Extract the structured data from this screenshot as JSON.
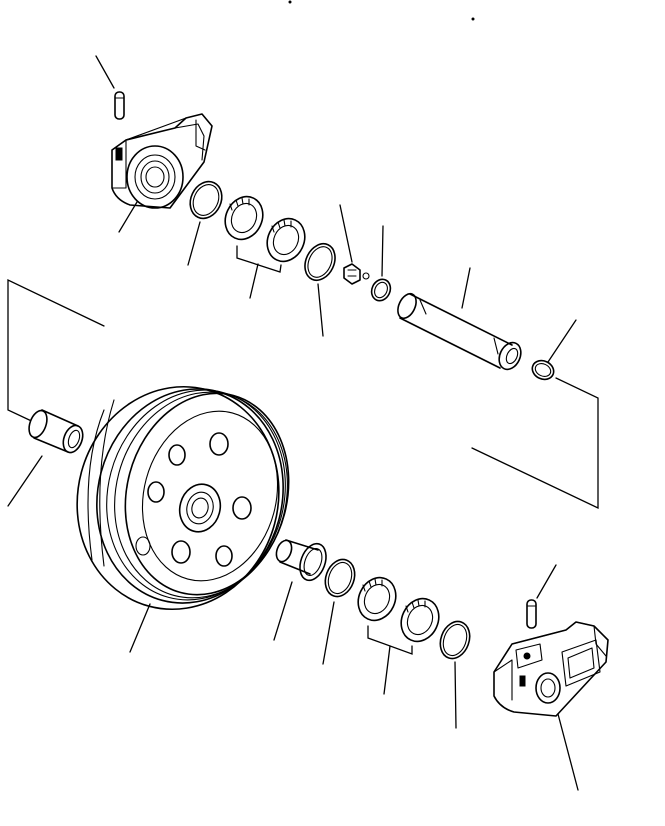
{
  "figure": {
    "background": "#ffffff",
    "line_color": "#000000",
    "parts": [
      {
        "id": "pin-top",
        "kind": "dowel-pin"
      },
      {
        "id": "support-left",
        "kind": "bearing-support"
      },
      {
        "id": "oring-a",
        "kind": "o-ring"
      },
      {
        "id": "floating-seal-a",
        "kind": "floating-seal"
      },
      {
        "id": "floating-seal-b",
        "kind": "floating-seal"
      },
      {
        "id": "oring-b",
        "kind": "o-ring"
      },
      {
        "id": "plug",
        "kind": "plug"
      },
      {
        "id": "oring-small",
        "kind": "o-ring"
      },
      {
        "id": "shaft",
        "kind": "shaft"
      },
      {
        "id": "oring-shaft",
        "kind": "o-ring"
      },
      {
        "id": "bushing-left",
        "kind": "bushing"
      },
      {
        "id": "idler",
        "kind": "idler-wheel"
      },
      {
        "id": "bushing-right",
        "kind": "bushing"
      },
      {
        "id": "oring-c",
        "kind": "o-ring"
      },
      {
        "id": "floating-seal-c",
        "kind": "floating-seal"
      },
      {
        "id": "floating-seal-d",
        "kind": "floating-seal"
      },
      {
        "id": "oring-d",
        "kind": "o-ring"
      },
      {
        "id": "pin-bottom",
        "kind": "dowel-pin"
      },
      {
        "id": "support-right",
        "kind": "bearing-support"
      }
    ]
  }
}
